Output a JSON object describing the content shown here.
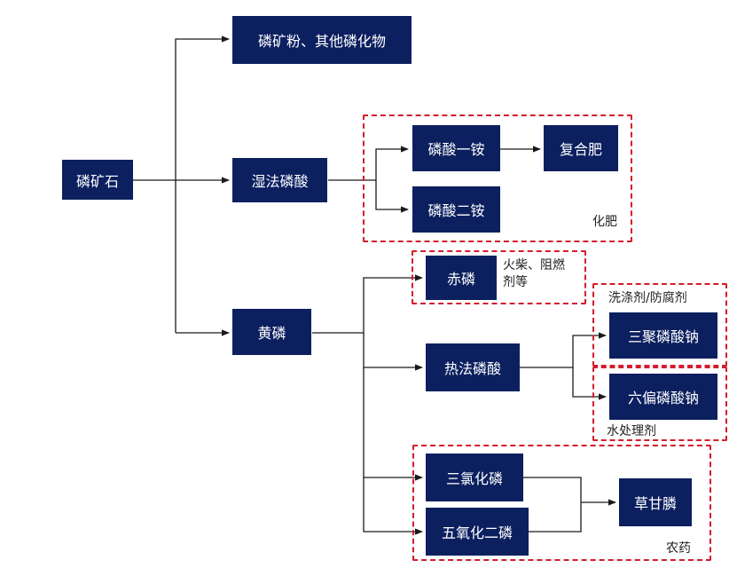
{
  "nodes": {
    "phosphate_rock": "磷矿石",
    "rock_powder": "磷矿粉、其他磷化物",
    "wet_acid": "湿法磷酸",
    "map": "磷酸一铵",
    "compound_fert": "复合肥",
    "dap": "磷酸二铵",
    "yellow_p": "黄磷",
    "red_p": "赤磷",
    "thermal_acid": "热法磷酸",
    "stpp": "三聚磷酸钠",
    "shmp": "六偏磷酸钠",
    "pcl3": "三氯化磷",
    "p2o5": "五氧化二磷",
    "glyphosate": "草甘膦"
  },
  "groups": {
    "fertilizer": "化肥",
    "match_line1": "火柴、阻燃",
    "match_line2": "剂等",
    "detergent": "洗涤剂/防腐剂",
    "water_treatment": "水处理剂",
    "pesticide": "农药"
  },
  "colors": {
    "node_fill": "#0c2060",
    "node_text": "#ffffff",
    "group_border": "#d41c2c",
    "connector": "#1a1a1a"
  }
}
